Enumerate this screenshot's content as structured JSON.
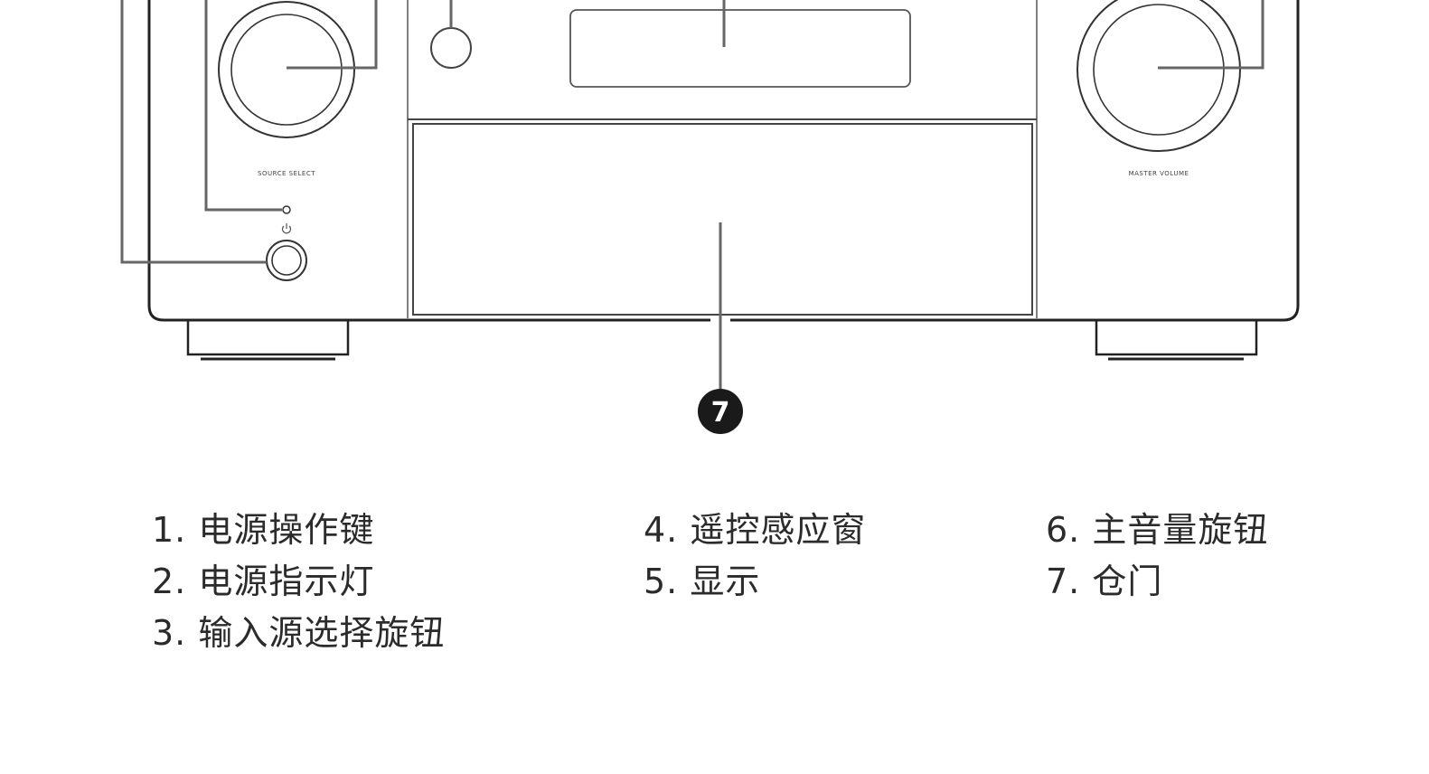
{
  "panel": {
    "source_knob_label": "SOURCE SELECT",
    "volume_knob_label": "MASTER VOLUME"
  },
  "callout": {
    "number": "7"
  },
  "legend": {
    "col1": [
      "1. 电源操作键",
      "2. 电源指示灯",
      "3. 输入源选择旋钮"
    ],
    "col2": [
      "4. 遥控感应窗",
      "5. 显示"
    ],
    "col3": [
      "6. 主音量旋钮",
      "7. 仓门"
    ]
  },
  "colors": {
    "line": "#333333",
    "badge": "#1a1a1a"
  }
}
